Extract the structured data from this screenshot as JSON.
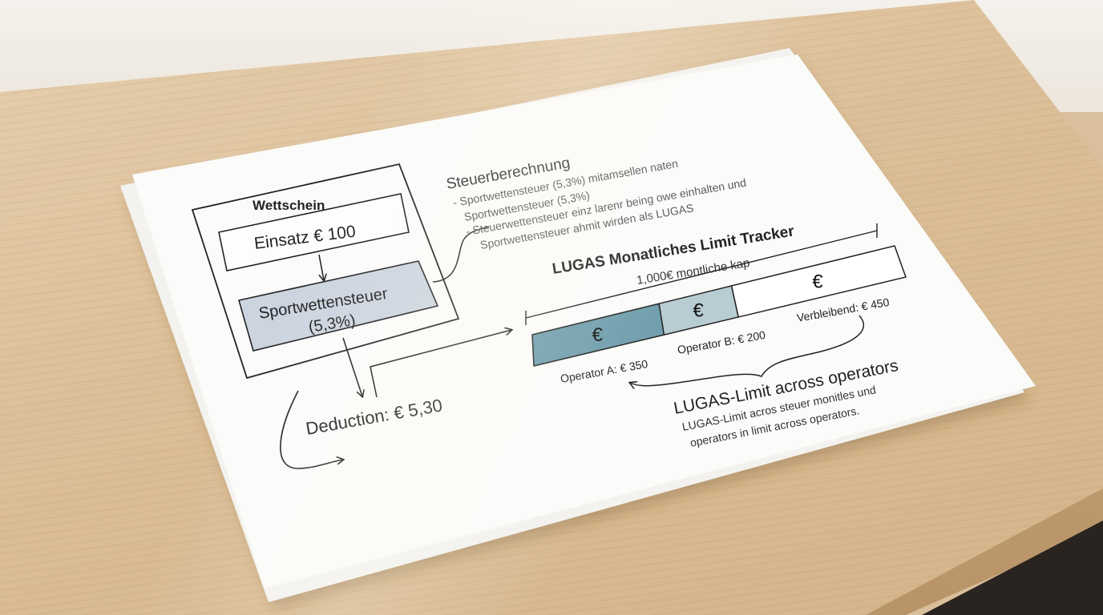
{
  "left_diagram": {
    "title": "Wettschein",
    "stake": "Einsatz € 100",
    "tax_line1": "Sportwettensteuer",
    "tax_line2": "(5,3%)",
    "deduction": "Deduction: € 5,30"
  },
  "notes": {
    "heading": "Steuerberechnung",
    "line1": "- Sportwettensteuer (5,3%) mitamsellen naten",
    "line2": "Sportwettensteuer (5,3%)",
    "line3": "- Steuerwettensteuer einz larenr being owe einhalten und",
    "line4": "Sportwettensteuer ahmit wirden als LUGAS"
  },
  "tracker": {
    "title": "LUGAS Monatliches Limit Tracker",
    "cap_label": "1,000€ montliche kap",
    "currency_symbol": "€",
    "segments": [
      {
        "label": "Operator A: € 350",
        "amount": 350,
        "color": "#6e9dac"
      },
      {
        "label": "Operator B: € 200",
        "amount": 200,
        "color": "#b8ccd3"
      },
      {
        "label": "Verbleibend: € 450",
        "amount": 450,
        "color": "#ffffff"
      }
    ],
    "total": 1000
  },
  "footer": {
    "heading": "LUGAS-Limit across operators",
    "line1": "LUGAS-Limit acros steuer monitles und",
    "line2": "operators in limit across operators."
  },
  "colors": {
    "tax_box": "#ccd4e0",
    "ink": "#222222"
  }
}
